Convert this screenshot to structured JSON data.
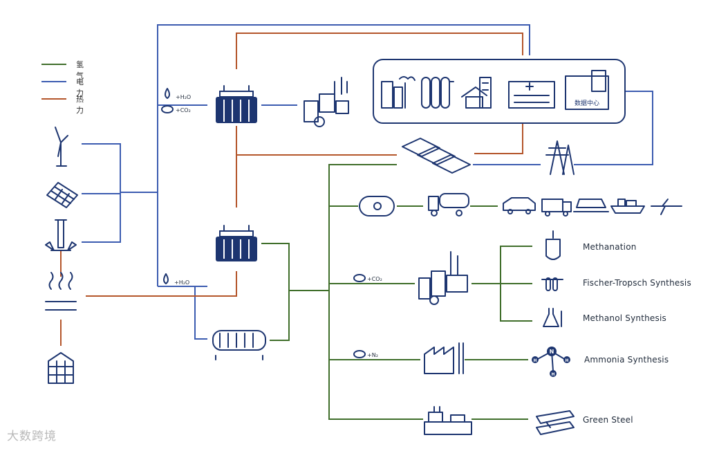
{
  "legend": [
    {
      "label": "氢气",
      "color": "#3f6e2a"
    },
    {
      "label": "电力",
      "color": "#3b5bb0"
    },
    {
      "label": "热力",
      "color": "#b4552a"
    }
  ],
  "annotations": {
    "h2o_top": "+H₂O",
    "co2_top": "+CO₂",
    "h2o_mid": "+H₂O",
    "co2_synth": "+CO₂",
    "n2": "+N₂"
  },
  "end_uses": {
    "methanation": "Methanation",
    "fischer_tropsch": "Fischer-Tropsch Synthesis",
    "methanol": "Methanol Synthesis",
    "ammonia": "Ammonia Synthesis",
    "green_steel": "Green Steel"
  },
  "consumer_box": {
    "data_center_label": "数据中心"
  },
  "molecule": {
    "center": "N",
    "atom": "H"
  },
  "watermark": "大数跨境",
  "colors": {
    "hydrogen": "#3f6e2a",
    "power": "#3b5bb0",
    "heat": "#b4552a",
    "icon": "#1d3570"
  }
}
